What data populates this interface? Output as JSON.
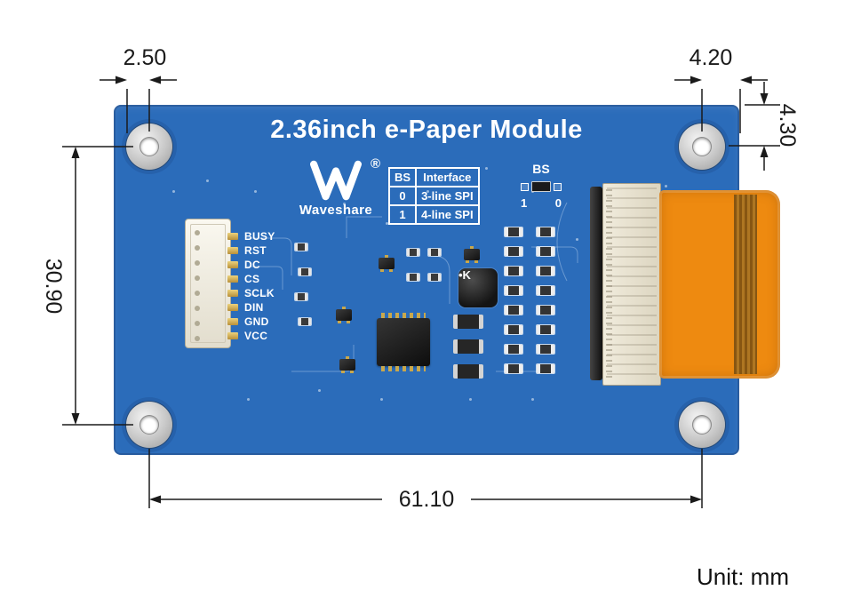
{
  "pcb": {
    "title": "2.36inch e-Paper Module",
    "logo": {
      "registered": "®",
      "name": "Waveshare"
    },
    "bs_table": {
      "header": [
        "BS",
        "Interface"
      ],
      "rows": [
        [
          "0",
          "3-line SPI"
        ],
        [
          "1",
          "4-line SPI"
        ]
      ]
    },
    "bs_jumper": {
      "label": "BS",
      "left_value": "1",
      "right_value": "0"
    },
    "pin_labels": [
      "BUSY",
      "RST",
      "DC",
      "CS",
      "SCLK",
      "DIN",
      "GND",
      "VCC"
    ],
    "inductor_marking": "•K"
  },
  "annotations": {
    "dim_top_left": "2.50",
    "dim_top_right": "4.20",
    "dim_right": "4.30",
    "dim_left": "30.90",
    "dim_bottom": "61.10",
    "unit": "Unit:  mm"
  },
  "colors": {
    "pcb_blue": "#2b6cba",
    "flex_orange": "#ee8a10",
    "dim_line": "#1a1a1a"
  }
}
